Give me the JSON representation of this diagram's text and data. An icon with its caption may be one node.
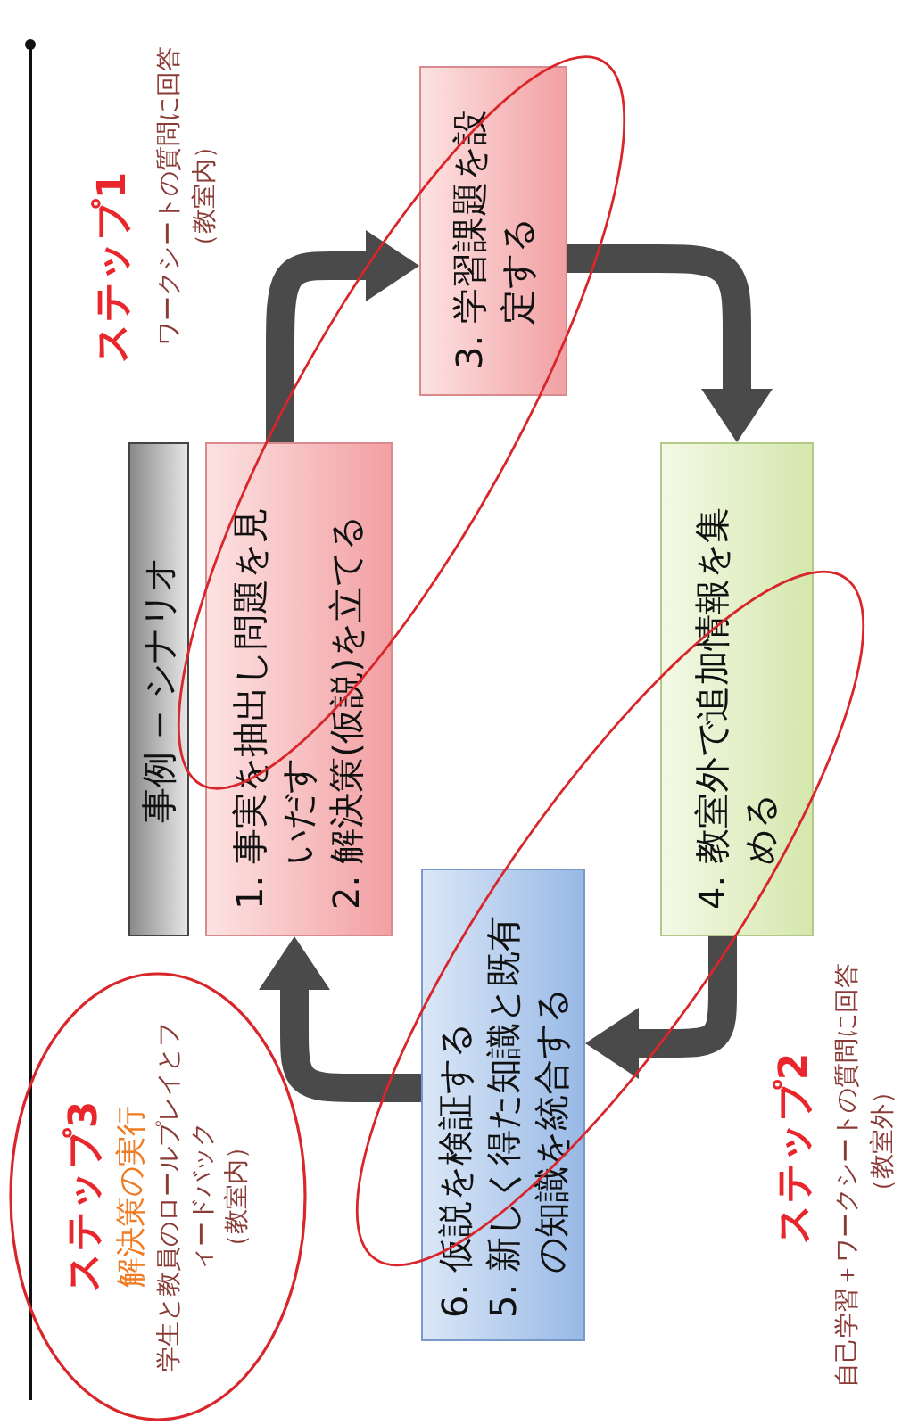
{
  "diagram": {
    "nodes": [
      {
        "text": [
          "事例 − シナリオ"
        ]
      },
      {
        "text": [
          "1. 事実を抽出し問題を見いだす",
          "2. 解決策(仮説)を立てる"
        ]
      },
      {
        "text": [
          "3. 学習課題を設定する"
        ]
      },
      {
        "text": [
          "4. 教室外で追加情報を集める"
        ]
      },
      {
        "text": [
          "6. 仮説を検証する",
          "5. 新しく得た知識と既有の知識を統合する"
        ]
      },
      {
        "text": [
          "ステップ3",
          "解決策の実行",
          "学生と教員のロールプレイとフィードバック",
          "（教室内）"
        ]
      }
    ],
    "edges": [
      {
        "from": 1,
        "to": 2,
        "arrow": "to"
      },
      {
        "from": 2,
        "to": 3,
        "arrow": "to"
      },
      {
        "from": 3,
        "to": 4,
        "arrow": "to"
      },
      {
        "from": 4,
        "to": 1,
        "arrow": "to"
      }
    ],
    "labels": [
      "ステップ1",
      "ワークシートの質問に回答",
      "（教室内）",
      "ステップ2",
      "自己学習＋ワークシートの質問に回答",
      "（教室外）"
    ]
  }
}
